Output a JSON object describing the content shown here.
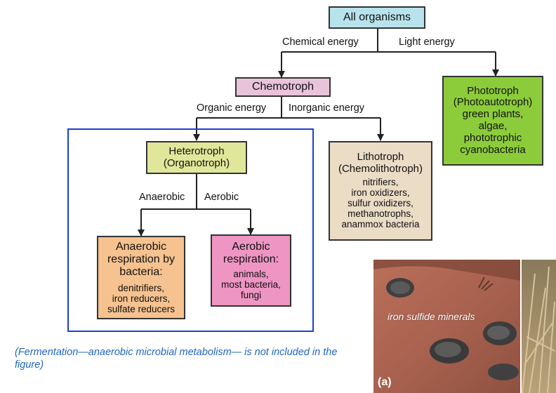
{
  "nodes": {
    "all_organisms": {
      "title": "All organisms"
    },
    "chemotroph": {
      "title": "Chemotroph"
    },
    "phototroph": {
      "title_lines": [
        "Phototroph",
        "(Photoautotroph)"
      ],
      "examples": [
        "green plants,",
        "algae,",
        "phototrophic",
        "cyanobacteria"
      ]
    },
    "heterotroph": {
      "title_lines": [
        "Heterotroph",
        "(Organotroph)"
      ]
    },
    "lithotroph": {
      "title_lines": [
        "Lithotroph",
        "(Chemolithotroph)"
      ],
      "examples": [
        "nitrifiers,",
        "iron oxidizers,",
        "sulfur oxidizers,",
        "methanotrophs,",
        "anammox bacteria"
      ]
    },
    "anaerobic": {
      "title_lines": [
        "Anaerobic",
        "respiration by",
        "bacteria:"
      ],
      "examples": [
        "denitrifiers,",
        "iron reducers,",
        "sulfate reducers"
      ]
    },
    "aerobic": {
      "title_lines": [
        "Aerobic",
        "respiration:"
      ],
      "examples": [
        "animals,",
        "most bacteria,",
        "fungi"
      ]
    }
  },
  "edges": {
    "chemical_energy": "Chemical energy",
    "light_energy": "Light energy",
    "organic_energy": "Organic energy",
    "inorganic_energy": "Inorganic energy",
    "anaerobic": "Anaerobic",
    "aerobic": "Aerobic"
  },
  "note": "(Fermentation—anaerobic microbial metabolism— is not included in the figure)",
  "photo": {
    "label_lines": [
      "iron sulfide",
      "minerals"
    ],
    "panel": "(a)"
  },
  "colors": {
    "all_organisms": "#b9e3ec",
    "chemotroph": "#e9c3d8",
    "phototroph": "#8ccc3a",
    "heterotroph": "#e1e79a",
    "lithotroph": "#ebdcc6",
    "anaerobic": "#f6c28f",
    "aerobic": "#ee95c3",
    "highlight_frame": "#1b3fd0",
    "note_text": "#1f66c2"
  }
}
